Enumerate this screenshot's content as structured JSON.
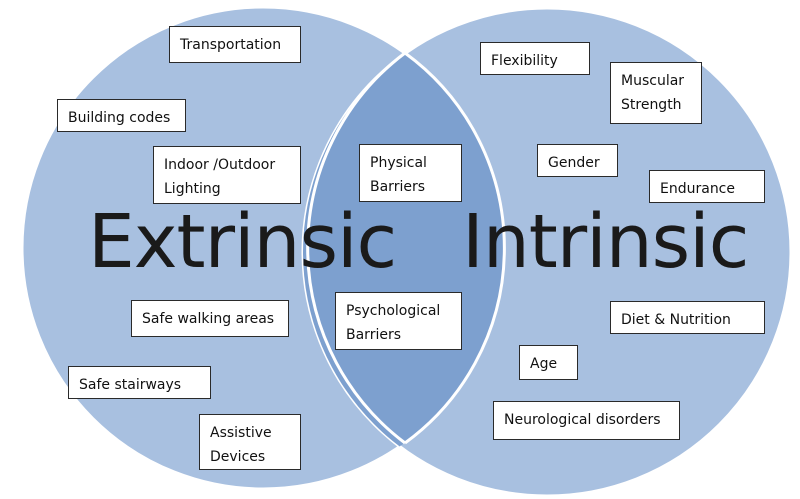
{
  "colors": {
    "circle_fill": "#a8c0e0",
    "overlap_fill": "#7da0cf",
    "circle_stroke": "#ffffff",
    "box_border": "#2a2a2a",
    "text": "#111111"
  },
  "extrinsic": {
    "title": "Extrinsic",
    "factors": [
      "Transportation",
      "Building codes",
      "Indoor /Outdoor Lighting",
      "Safe walking areas",
      "Safe stairways",
      "Assistive Devices"
    ]
  },
  "intrinsic": {
    "title": "Intrinsic",
    "factors": [
      "Flexibility",
      "Muscular Strength",
      "Gender",
      "Endurance",
      "Diet & Nutrition",
      "Age",
      "Neurological disorders"
    ]
  },
  "overlap": {
    "factors": [
      "Physical Barriers",
      "Psychological Barriers"
    ]
  }
}
